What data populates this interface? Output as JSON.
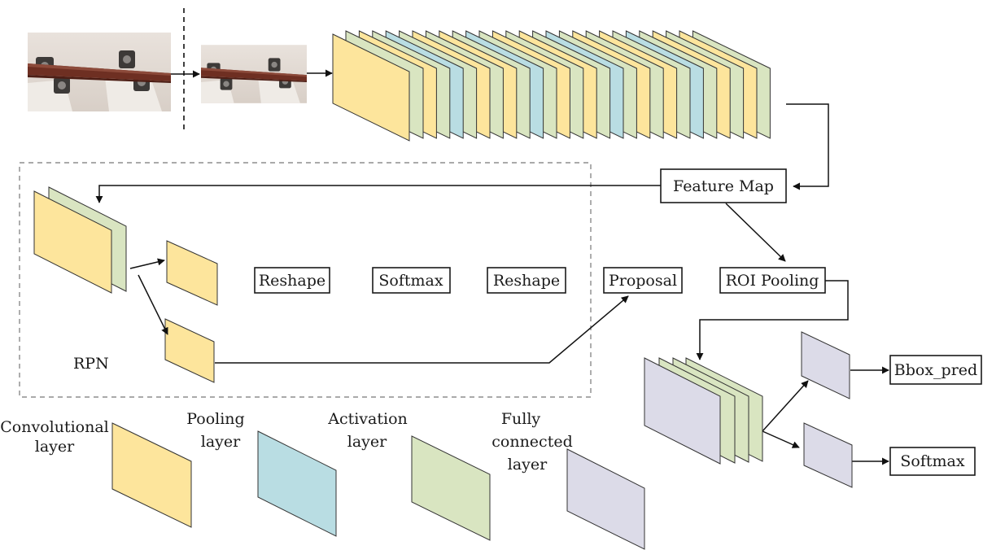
{
  "colors": {
    "convolutional": "#fde59c",
    "pooling": "#b9dde3",
    "activation": "#d9e5c1",
    "fully_connected": "#dcdbe8"
  },
  "backbone_sequence": [
    "conv",
    "act",
    "conv",
    "act",
    "pool",
    "act",
    "conv",
    "act",
    "conv",
    "act",
    "pool",
    "act",
    "conv",
    "act",
    "conv",
    "act",
    "pool",
    "act",
    "conv",
    "act",
    "conv",
    "act",
    "pool",
    "act",
    "conv",
    "act",
    "conv",
    "act"
  ],
  "nodes": {
    "feature_map": "Feature Map",
    "rpn_reshape_1": "Reshape",
    "rpn_softmax": "Softmax",
    "rpn_reshape_2": "Reshape",
    "proposal": "Proposal",
    "roi_pooling": "ROI Pooling",
    "bbox_pred": "Bbox_pred",
    "softmax_out": "Softmax"
  },
  "rpn_label": "RPN",
  "legend": {
    "convolutional": [
      "Convolutional",
      "layer"
    ],
    "pooling": [
      "Pooling",
      "layer"
    ],
    "activation": [
      "Activation",
      "layer"
    ],
    "fully_connected": [
      "Fully",
      "connected",
      "layer"
    ]
  },
  "images": [
    {
      "name": "input-photo",
      "content": "rail-fastener-photo"
    },
    {
      "name": "resized-photo",
      "content": "rail-fastener-photo"
    }
  ]
}
